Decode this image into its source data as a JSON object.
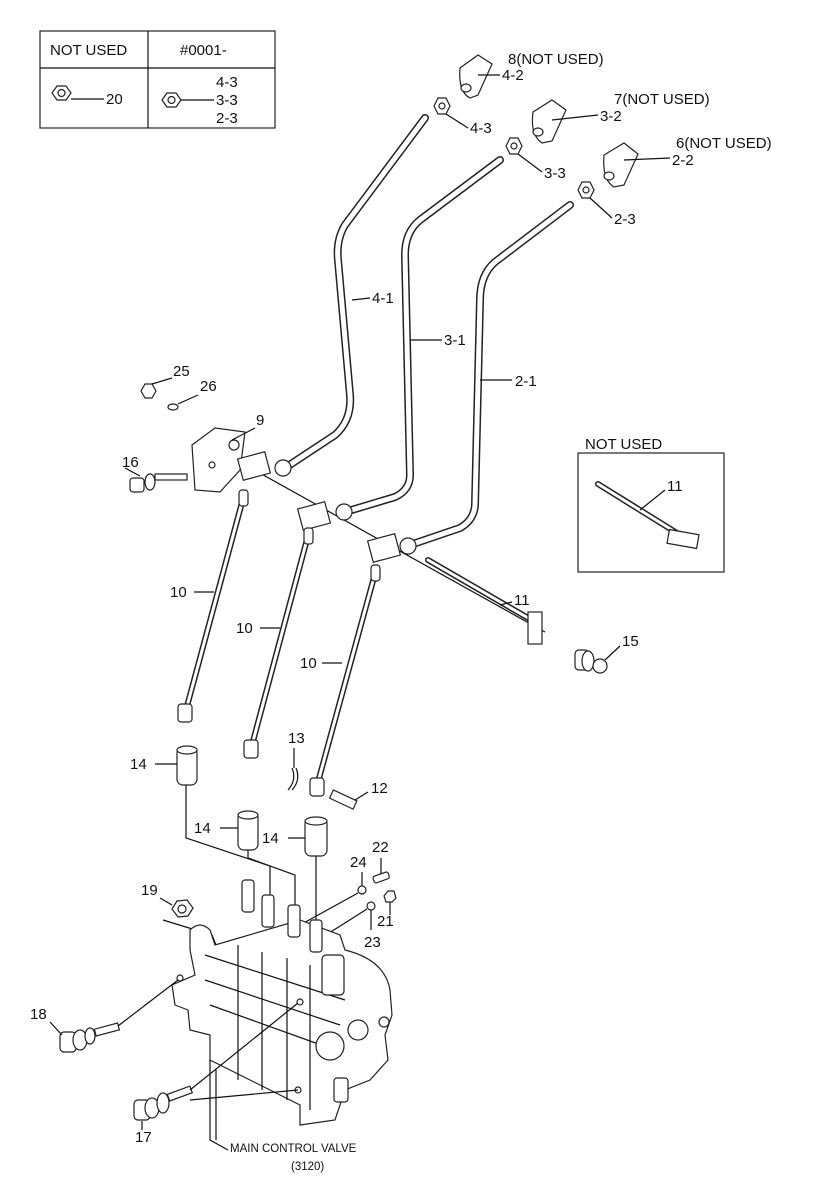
{
  "legend_table": {
    "header_left": "NOT USED",
    "header_right": "#0001-",
    "left_part": "20",
    "right_parts": [
      "4-3",
      "3-3",
      "2-3"
    ]
  },
  "knobs": [
    {
      "label": "8(NOT USED)",
      "part": "4-2"
    },
    {
      "label": "7(NOT USED)",
      "part": "3-2"
    },
    {
      "label": "6(NOT USED)",
      "part": "2-2"
    }
  ],
  "nuts": [
    "4-3",
    "3-3",
    "2-3"
  ],
  "levers": [
    "4-1",
    "3-1",
    "2-1"
  ],
  "callouts": {
    "p25": "25",
    "p26": "26",
    "p9": "9",
    "p16": "16",
    "p10a": "10",
    "p10b": "10",
    "p10c": "10",
    "p11": "11",
    "p15": "15",
    "p13": "13",
    "p12": "12",
    "p14a": "14",
    "p14b": "14",
    "p14c": "14",
    "p22": "22",
    "p24": "24",
    "p21": "21",
    "p23": "23",
    "p19": "19",
    "p18": "18",
    "p17": "17"
  },
  "inset": {
    "title": "NOT USED",
    "part": "11"
  },
  "assembly": {
    "name": "MAIN CONTROL VALVE",
    "code": "(3120)"
  }
}
